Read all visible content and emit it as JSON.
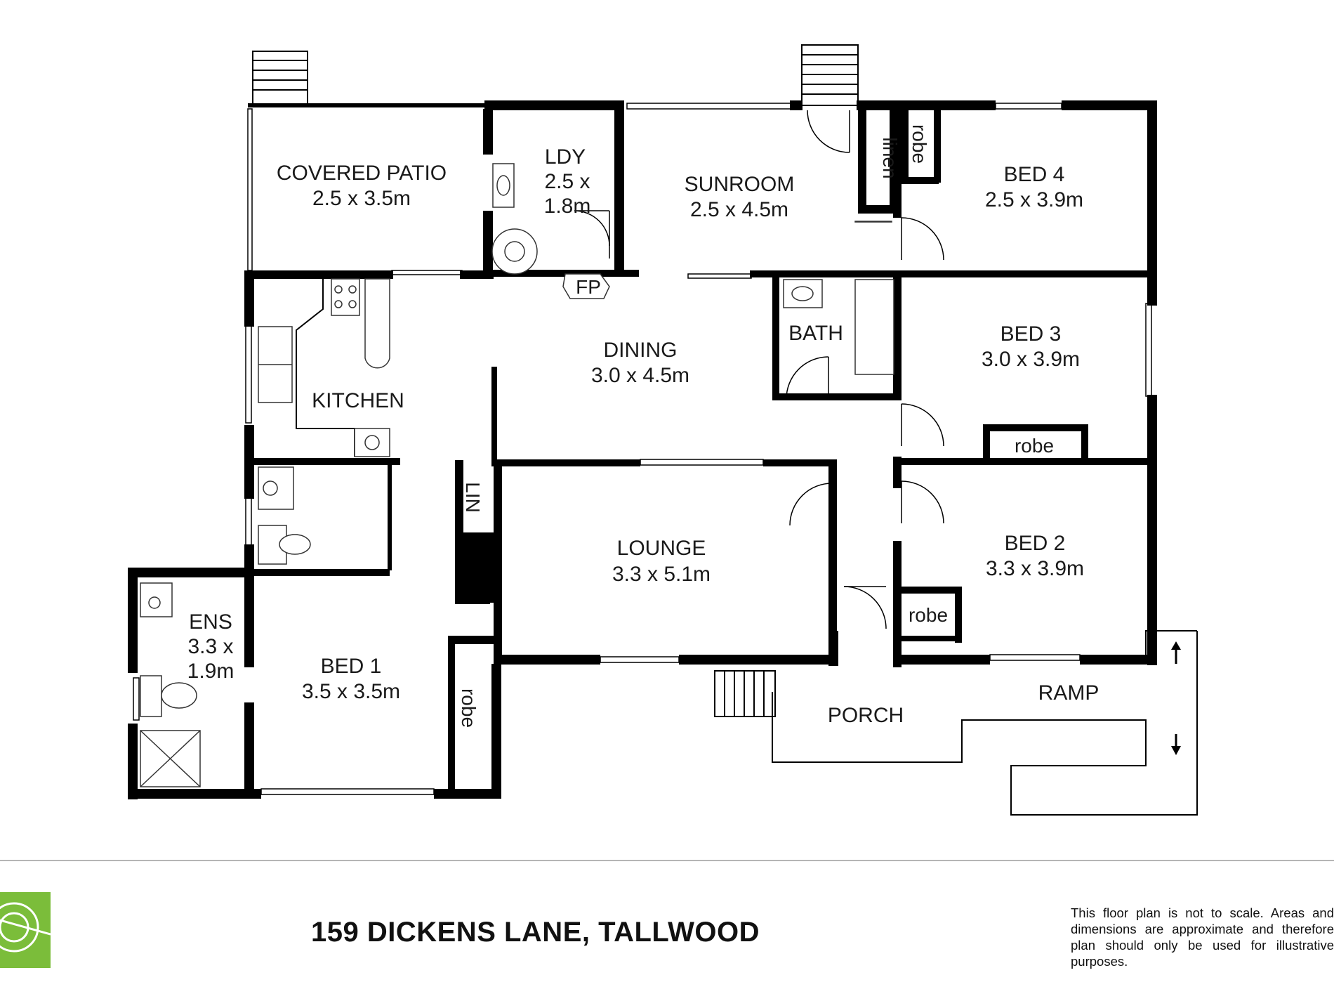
{
  "rooms": {
    "covered_patio": {
      "name": "COVERED PATIO",
      "dims": "2.5 x 3.5m"
    },
    "laundry": {
      "name": "LDY",
      "dims_line1": "2.5 x",
      "dims_line2": "1.8m"
    },
    "sunroom": {
      "name": "SUNROOM",
      "dims": "2.5 x 4.5m"
    },
    "bed4": {
      "name": "BED 4",
      "dims": "2.5 x 3.9m"
    },
    "dining": {
      "name": "DINING",
      "dims": "3.0 x 4.5m"
    },
    "bath": {
      "name": "BATH"
    },
    "bed3": {
      "name": "BED 3",
      "dims": "3.0 x 3.9m"
    },
    "kitchen": {
      "name": "KITCHEN"
    },
    "lounge": {
      "name": "LOUNGE",
      "dims": "3.3 x 5.1m"
    },
    "bed2": {
      "name": "BED 2",
      "dims": "3.3 x 3.9m"
    },
    "ensuite": {
      "name": "ENS",
      "dims_line1": "3.3 x",
      "dims_line2": "1.9m"
    },
    "bed1": {
      "name": "BED 1",
      "dims": "3.5 x 3.5m"
    },
    "porch": {
      "name": "PORCH"
    },
    "ramp": {
      "name": "RAMP"
    }
  },
  "storage": {
    "linen": "linen",
    "robe_bed4": "robe",
    "robe_bed3": "robe",
    "robe_bed2": "robe",
    "robe_bed1": "robe",
    "lin": "LIN",
    "fireplace": "FP"
  },
  "address": "159 DICKENS LANE, TALLWOOD",
  "disclaimer": "This floor plan is not to scale. Areas and dimensions are approximate and therefore plan should only be used for illustrative purposes.",
  "colors": {
    "wall": "#000000",
    "logo": "#7bbd3a",
    "rule": "#b5b5b5"
  },
  "icons": [
    "agency-logo-icon",
    "ramp-up-arrow-icon",
    "ramp-down-arrow-icon"
  ]
}
